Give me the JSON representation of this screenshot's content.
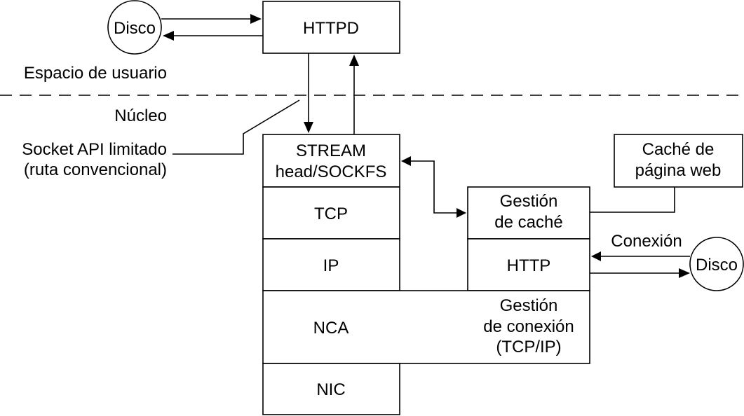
{
  "labels": {
    "disk_left": "Disco",
    "httpd": "HTTPD",
    "user_space": "Espacio de usuario",
    "kernel": "Núcleo",
    "socket_api_line1": "Socket API limitado",
    "socket_api_line2": "(ruta convencional)",
    "stream_head_line1": "STREAM",
    "stream_head_line2": "head/SOCKFS",
    "tcp": "TCP",
    "ip": "IP",
    "nca": "NCA",
    "nic": "NIC",
    "web_cache_line1": "Caché de",
    "web_cache_line2": "página web",
    "cache_mgmt_line1": "Gestión",
    "cache_mgmt_line2": "de caché",
    "connection": "Conexión",
    "http": "HTTP",
    "disk_right": "Disco",
    "conn_mgmt_line1": "Gestión",
    "conn_mgmt_line2": "de conexión",
    "conn_mgmt_line3": "(TCP/IP)"
  }
}
